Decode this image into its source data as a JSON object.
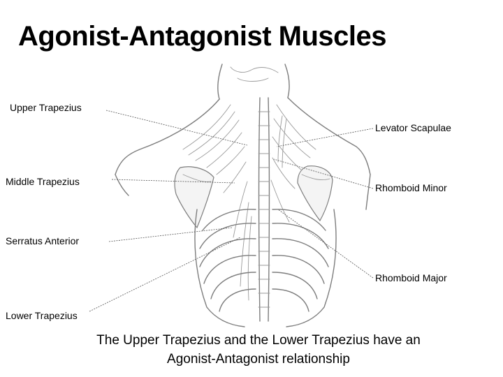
{
  "title": "Agonist-Antagonist Muscles",
  "labels": {
    "upper_trapezius": "Upper Trapezius",
    "levator_scapulae": "Levator Scapulae",
    "middle_trapezius": "Middle Trapezius",
    "rhomboid_minor": "Rhomboid Minor",
    "serratus_anterior": "Serratus Anterior",
    "rhomboid_major": "Rhomboid Major",
    "lower_trapezius": "Lower Trapezius"
  },
  "caption": {
    "line1": "The Upper Trapezius and the Lower Trapezius have an",
    "line2": "Agonist-Antagonist relationship"
  }
}
